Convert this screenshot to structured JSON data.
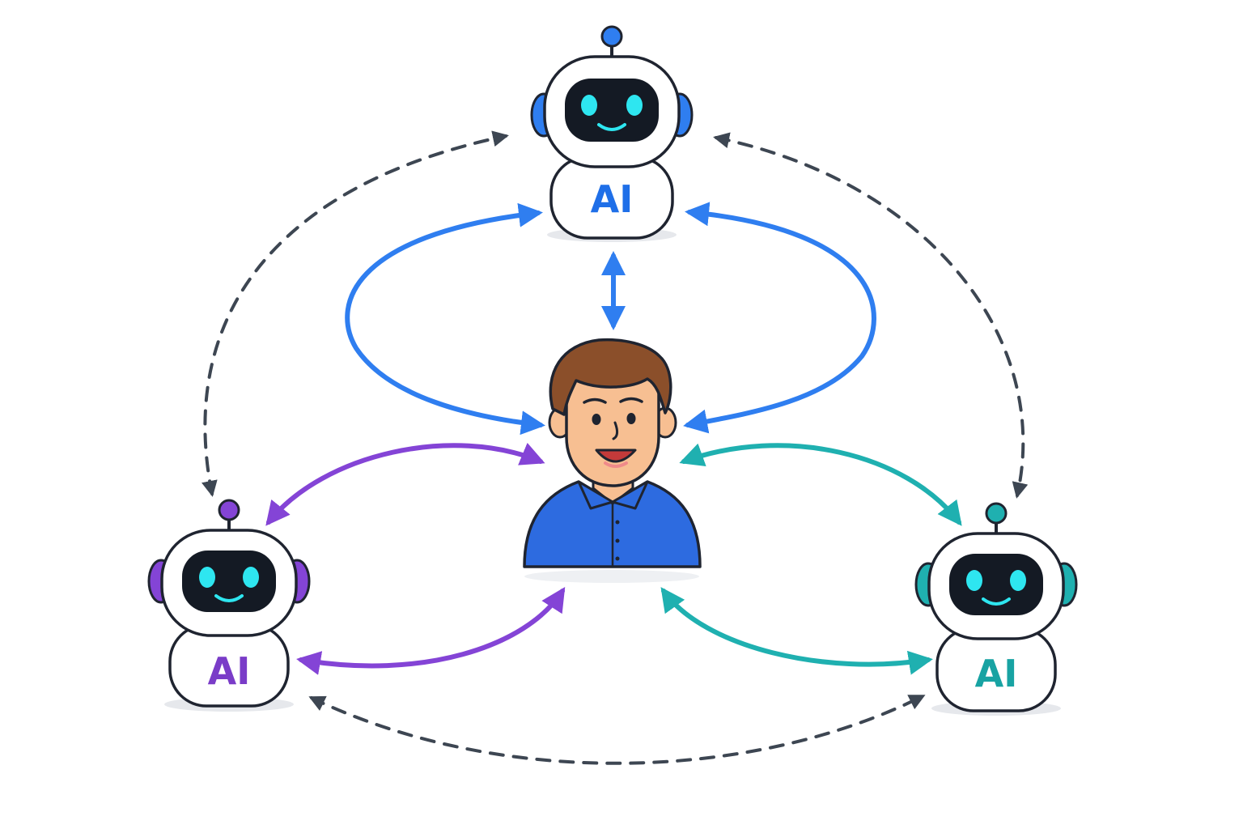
{
  "robots": {
    "top": {
      "label": "AI",
      "accent": "#2f7ef0",
      "text_color": "#1f6fe8"
    },
    "left": {
      "label": "AI",
      "accent": "#8444d6",
      "text_color": "#7a3cc8"
    },
    "right": {
      "label": "AI",
      "accent": "#1fb0b0",
      "text_color": "#18a3a3"
    }
  },
  "person": {
    "shirt_color": "#2d6be0",
    "hair_color": "#8b4f2a",
    "skin_color": "#f7bf92"
  },
  "connections": {
    "human_top_color": "#2f7ef0",
    "human_left_color": "#8444d6",
    "human_right_color": "#1fb0b0",
    "ai_to_ai_color": "#3d4652",
    "ai_to_ai_style": "dashed",
    "arrow_heads": "both-ends"
  },
  "icons": [
    "robot-icon",
    "person-icon",
    "smile-icon",
    "antenna-icon"
  ]
}
